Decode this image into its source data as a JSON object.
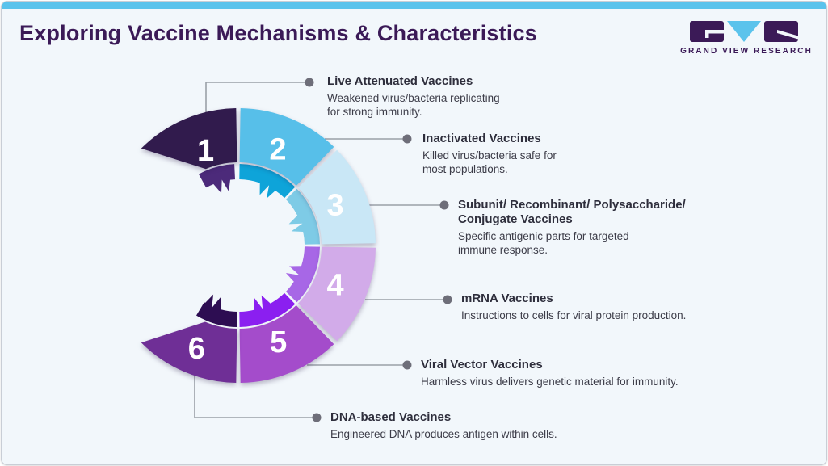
{
  "title": "Exploring Vaccine Mechanisms & Characteristics",
  "brand": {
    "name": "GRAND VIEW RESEARCH",
    "accent_blue": "#5bc3ec",
    "dark_purple": "#3b1a57"
  },
  "diagram": {
    "type": "circular-process-donut",
    "segments": [
      {
        "number": "1",
        "label": "Live Attenuated Vaccines",
        "description": [
          "Weakened virus/bacteria replicating",
          "for strong immunity."
        ],
        "color": "#311b4d",
        "band_color": "#4c2a7a"
      },
      {
        "number": "2",
        "label": "Inactivated Vaccines",
        "description": [
          "Killed virus/bacteria safe for",
          "most populations."
        ],
        "color": "#57bfe9",
        "band_color": "#0ea4d9"
      },
      {
        "number": "3",
        "label": [
          "Subunit/ Recombinant/ Polysaccharide/",
          "Conjugate Vaccines"
        ],
        "description": [
          "Specific antigenic parts for targeted",
          "immune response."
        ],
        "color": "#c9e7f6",
        "band_color": "#7ecbe6"
      },
      {
        "number": "4",
        "label": "mRNA Vaccines",
        "description": [
          "Instructions to cells for viral protein production."
        ],
        "color": "#d2abe9",
        "band_color": "#a767e6"
      },
      {
        "number": "5",
        "label": "Viral Vector Vaccines",
        "description": [
          "Harmless virus delivers genetic material for immunity."
        ],
        "color": "#a44ccb",
        "band_color": "#8b1ff0"
      },
      {
        "number": "6",
        "label": "DNA-based Vaccines",
        "description": [
          "Engineered DNA produces antigen within cells."
        ],
        "color": "#6f2f96",
        "band_color": "#2d0d52"
      }
    ]
  }
}
